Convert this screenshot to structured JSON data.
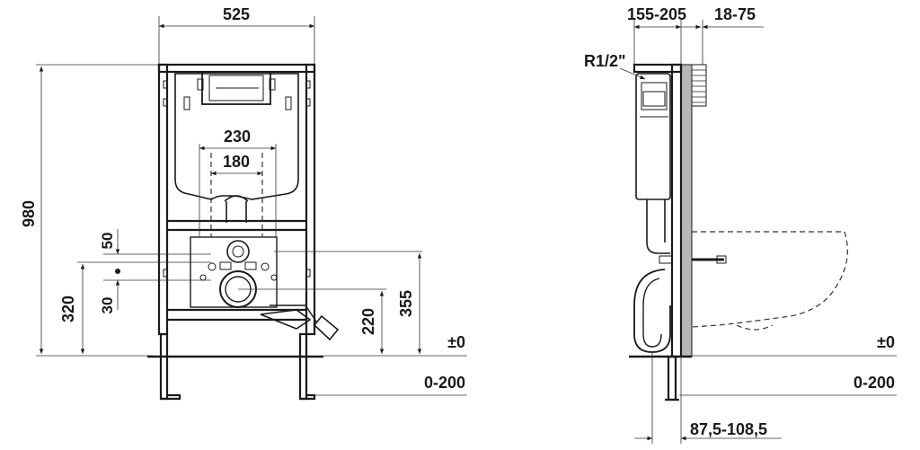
{
  "front_view": {
    "width_label": "525",
    "height_label": "980",
    "outlet_spacing_outer": "230",
    "outlet_spacing_inner": "180",
    "upper_offset": "50",
    "lower_offset": "30",
    "center_height": "320",
    "drain_height": "220",
    "inlet_height": "355",
    "floor_label": "±0",
    "leg_range": "0-200"
  },
  "side_view": {
    "depth_range": "155-205",
    "wall_range": "18-75",
    "supply_thread": "R1/2\"",
    "floor_label": "±0",
    "leg_range": "0-200",
    "bottom_range": "87,5-108,5"
  }
}
